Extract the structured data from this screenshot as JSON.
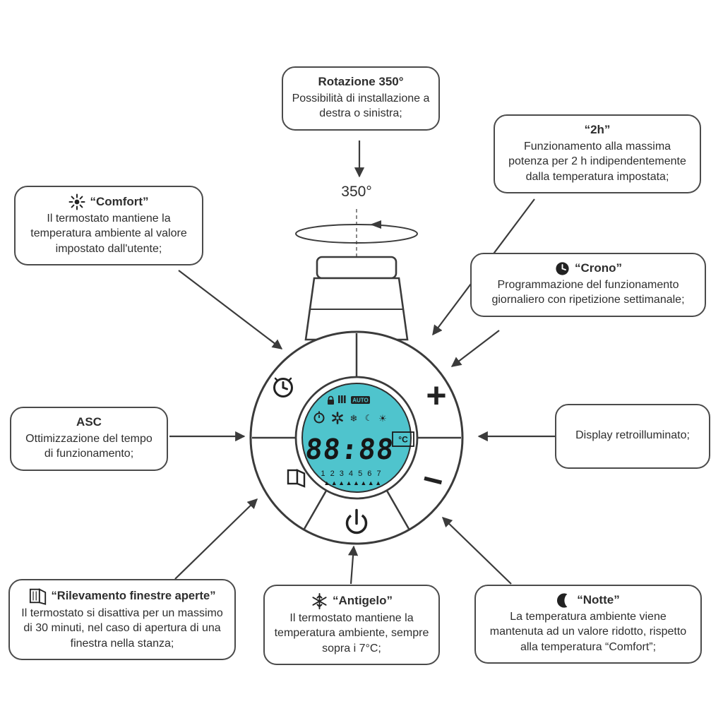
{
  "diagram": {
    "rotation_label": "350°"
  },
  "callouts": {
    "rotazione": {
      "title": "Rotazione 350°",
      "body": "Possibilità di installazione a destra o sinistra;"
    },
    "duration_2h": {
      "title": "“2h”",
      "body": "Funzionamento alla massima potenza per 2 h indipendentemente dalla temperatura impostata;"
    },
    "comfort": {
      "title": "“Comfort”",
      "icon": "sun-icon",
      "body": "Il termostato mantiene la temperatura ambiente al valore impostato dall'utente;"
    },
    "crono": {
      "title": "“Crono”",
      "icon": "clock-icon",
      "body": "Programmazione del funzionamento giornaliero con ripetizione settimanale;"
    },
    "asc": {
      "title": "ASC",
      "body": "Ottimizzazione del tempo di funzionamento;"
    },
    "display": {
      "body": "Display retroilluminato;"
    },
    "finestre": {
      "title": "“Rilevamento finestre aperte”",
      "icon": "open-window-icon",
      "body": "Il termostato si disattiva per un massimo di 30 minuti, nel caso di apertura di una finestra nella stanza;"
    },
    "antigelo": {
      "title": "“Antigelo”",
      "icon": "snowflake-icon",
      "body": "Il termostato mantiene la temperatura ambiente, sempre sopra i 7°C;"
    },
    "notte": {
      "title": "“Notte”",
      "icon": "moon-icon",
      "body": "La temperatura ambiente viene mantenuta ad un valore ridotto, rispetto alla temperatura “Comfort”;"
    }
  },
  "device": {
    "display_time": "88:88",
    "display_unit": "°C",
    "auto_label": "AUTO",
    "week_days": "1 2 3 4 5 6 7",
    "day_markers": "▲▲▲▲▲▲▲▲",
    "plus_label": "+",
    "minus_label": "−",
    "lcd_color": "#4fc4cd",
    "lcd_icons": {
      "snowflake": "❄",
      "moon": "☾",
      "sun": "☀"
    }
  }
}
